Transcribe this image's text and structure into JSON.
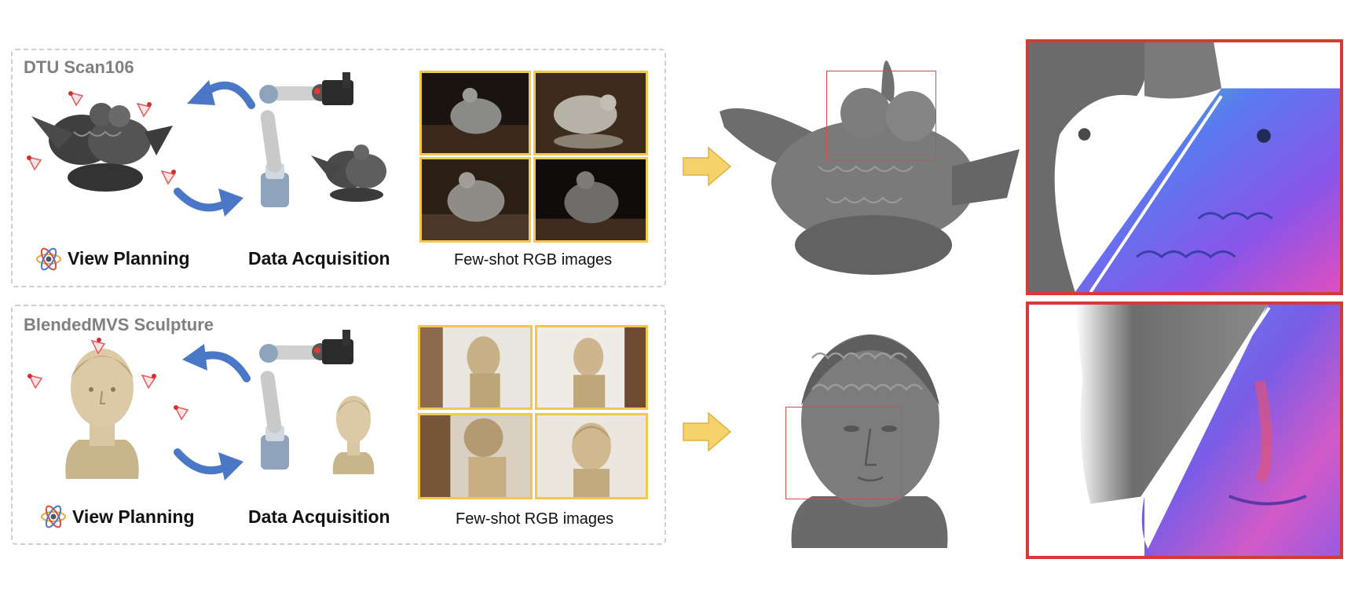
{
  "rows": [
    {
      "dataset_title": "DTU Scan106",
      "view_planning_label": "View Planning",
      "data_acquisition_label": "Data Acquisition",
      "images_caption": "Few-shot RGB images"
    },
    {
      "dataset_title": "BlendedMVS Sculpture",
      "view_planning_label": "View Planning",
      "data_acquisition_label": "Data Acquisition",
      "images_caption": "Few-shot RGB images"
    }
  ],
  "icons": {
    "planning": "atom-planning-icon",
    "camera": "camera-pose-icon",
    "arrow": "flow-arrow-icon"
  },
  "colors": {
    "panel_border": "#cfcfcf",
    "dataset_title": "#808080",
    "thumb_border": "#f3c74f",
    "flow_arrow": "#f6d36a",
    "cycle_arrow": "#4a78c6",
    "zoom_border": "#d63a35",
    "mesh_gray": "#6b6b6b"
  }
}
